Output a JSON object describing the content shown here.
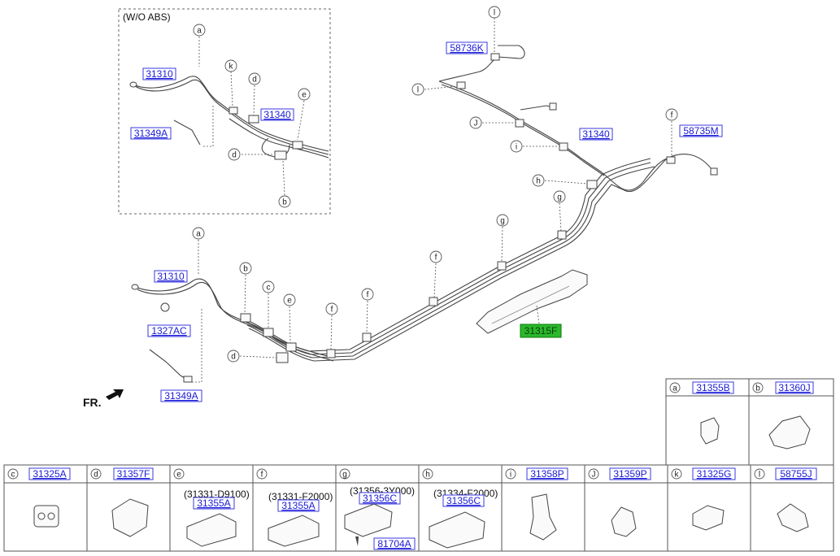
{
  "inset_label": "(W/O ABS)",
  "fr_label": "FR.",
  "inset": {
    "letters": [
      "a",
      "k",
      "d",
      "e",
      "d",
      "b"
    ],
    "parts": [
      "31310",
      "31340",
      "31349A"
    ]
  },
  "main": {
    "parts": [
      "31310",
      "1327AC",
      "31349A",
      "58736K",
      "31340",
      "58735M",
      "31315F"
    ],
    "letters": [
      "l",
      "l",
      "J",
      "i",
      "h",
      "g",
      "g",
      "f",
      "f",
      "f",
      "f",
      "e",
      "c",
      "b",
      "a",
      "d"
    ]
  },
  "legend_top": [
    {
      "letter": "a",
      "part": "31355B"
    },
    {
      "letter": "b",
      "part": "31360J"
    }
  ],
  "legend_bottom": [
    {
      "letter": "c",
      "part": "31325A",
      "sub": "",
      "sub_part": "",
      "extra": ""
    },
    {
      "letter": "d",
      "part": "31357F",
      "sub": "",
      "sub_part": "",
      "extra": ""
    },
    {
      "letter": "e",
      "part": "",
      "sub": "(31331-D9100)",
      "sub_part": "31355A",
      "extra": ""
    },
    {
      "letter": "f",
      "part": "",
      "sub": "(31331-F2000)",
      "sub_part": "31355A",
      "extra": ""
    },
    {
      "letter": "g",
      "part": "",
      "sub": "(31356-3Y000)",
      "sub_part": "31356C",
      "extra": "81704A"
    },
    {
      "letter": "h",
      "part": "",
      "sub": "(31334-F2000)",
      "sub_part": "31356C",
      "extra": ""
    },
    {
      "letter": "i",
      "part": "31358P",
      "sub": "",
      "sub_part": "",
      "extra": ""
    },
    {
      "letter": "J",
      "part": "31359P",
      "sub": "",
      "sub_part": "",
      "extra": ""
    },
    {
      "letter": "k",
      "part": "31325G",
      "sub": "",
      "sub_part": "",
      "extra": ""
    },
    {
      "letter": "l",
      "part": "58755J",
      "sub": "",
      "sub_part": "",
      "extra": ""
    }
  ]
}
